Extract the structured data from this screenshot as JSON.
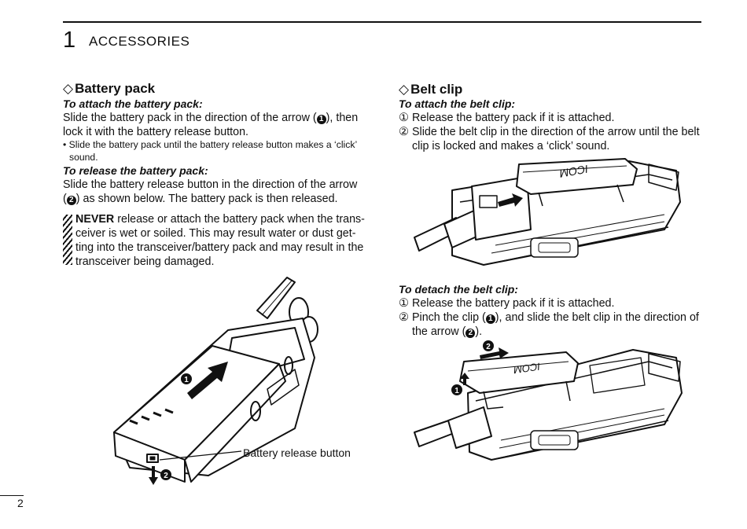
{
  "header": {
    "chapter_number": "1",
    "chapter_title": "ACCESSORIES"
  },
  "battery": {
    "heading": "Battery pack",
    "attach_title": "To attach the battery pack:",
    "attach_lines": [
      "Slide the battery pack in the direction of the arrow (",
      "), then",
      "lock it with the battery release button."
    ],
    "attach_num": "1",
    "bullet_lines": [
      "• Slide the battery pack until the battery release button makes a ‘click’",
      "sound."
    ],
    "release_title": "To release the battery pack:",
    "release_line1": "Slide the battery release button in the direction of the arrow",
    "release_line2_open": "(",
    "release_num": "2",
    "release_line2_rest": ") as shown below. The battery pack is then released.",
    "caution_bold": "NEVER",
    "caution_lines": [
      " release or attach the battery pack when the trans-",
      "ceiver is wet or soiled. This may result water or dust get-",
      "ting into the transceiver/battery pack and may result in the",
      "transceiver being damaged."
    ],
    "figure": {
      "callout_1": "1",
      "callout_2": "2",
      "release_label": "Battery release button"
    }
  },
  "belt": {
    "heading": "Belt clip",
    "attach_title": "To attach the belt clip:",
    "attach_steps": [
      {
        "num": "①",
        "lines": [
          "Release the battery pack if it is attached."
        ]
      },
      {
        "num": "②",
        "lines": [
          "Slide the belt clip in the direction of the arrow until the belt",
          "clip is locked and makes a ‘click’ sound."
        ]
      }
    ],
    "detach_title": "To detach the belt clip:",
    "detach_step1": {
      "num": "①",
      "text": "Release the battery pack if it is attached."
    },
    "detach_step2": {
      "num": "②",
      "pre": "Pinch the clip (",
      "n1": "1",
      "mid": "), and slide the belt clip in the direction of",
      "pre2": "the arrow (",
      "n2": "2",
      "post": ")."
    },
    "figure1": {
      "brand": "ICOM"
    },
    "figure2": {
      "brand": "ICOM",
      "callout_1": "1",
      "callout_2": "2"
    }
  },
  "footer": {
    "page_number": "2"
  }
}
